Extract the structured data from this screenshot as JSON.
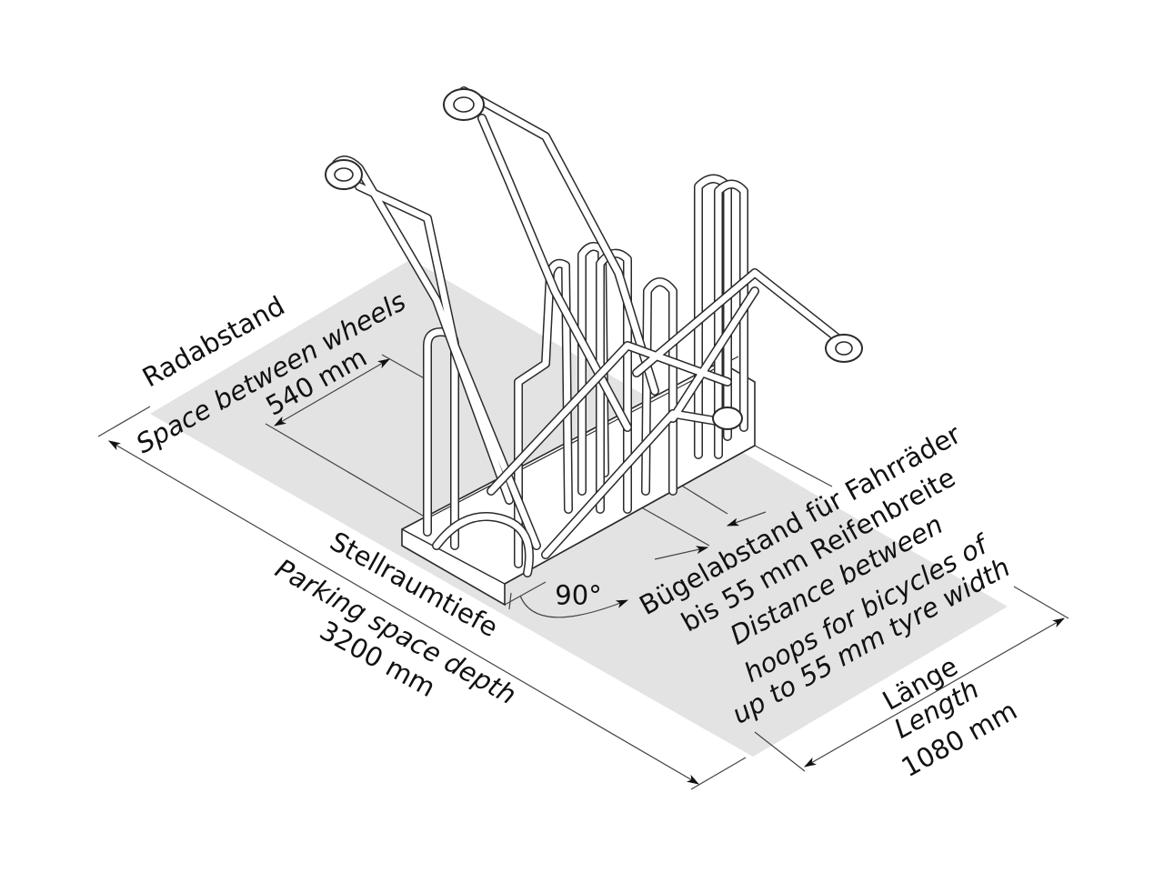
{
  "wheel_spacing": {
    "label_de": "Radabstand",
    "label_en": "Space between wheels",
    "value": "540 mm"
  },
  "depth": {
    "label_de": "Stellraumtiefe",
    "label_en": "Parking space depth",
    "value": "3200 mm"
  },
  "angle": {
    "value": "90°"
  },
  "hoop_spacing": {
    "line_de_1": "Bügelabstand für Fahrräder",
    "line_de_2": "bis 55 mm Reifenbreite",
    "line_en_1": "Distance between",
    "line_en_2": "hoops for bicycles of",
    "line_en_3": "up to 55 mm tyre width"
  },
  "length": {
    "label_de": "Länge",
    "label_en": "Length",
    "value": "1080 mm"
  },
  "colors": {
    "floor": "#e3e3e3",
    "line": "#2a2a2a"
  }
}
